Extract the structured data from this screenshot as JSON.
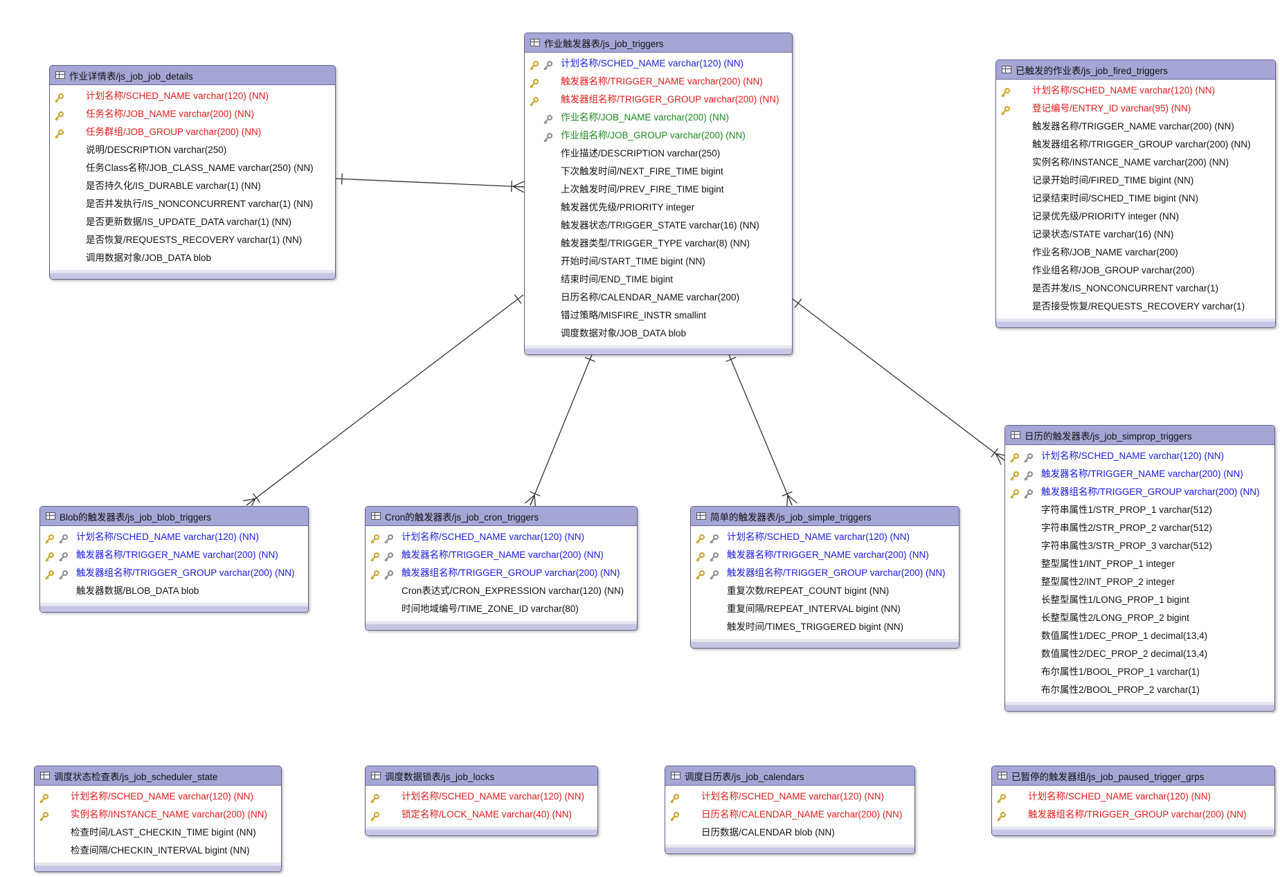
{
  "tables": [
    {
      "id": "triggers",
      "title": "作业触发器表/js_job_triggers",
      "rows": [
        {
          "text": "计划名称/SCHED_NAME varchar(120) (NN)",
          "type": "pkfk"
        },
        {
          "text": "触发器名称/TRIGGER_NAME varchar(200) (NN)",
          "type": "pk"
        },
        {
          "text": "触发器组名称/TRIGGER_GROUP varchar(200) (NN)",
          "type": "pk"
        },
        {
          "text": "作业名称/JOB_NAME varchar(200) (NN)",
          "type": "fk"
        },
        {
          "text": "作业组名称/JOB_GROUP varchar(200) (NN)",
          "type": "fk"
        },
        {
          "text": "作业描述/DESCRIPTION varchar(250)",
          "type": "col"
        },
        {
          "text": "下次触发时间/NEXT_FIRE_TIME bigint",
          "type": "col"
        },
        {
          "text": "上次触发时间/PREV_FIRE_TIME bigint",
          "type": "col"
        },
        {
          "text": "触发器优先级/PRIORITY integer",
          "type": "col"
        },
        {
          "text": "触发器状态/TRIGGER_STATE varchar(16) (NN)",
          "type": "col"
        },
        {
          "text": "触发器类型/TRIGGER_TYPE varchar(8) (NN)",
          "type": "col"
        },
        {
          "text": "开始时间/START_TIME bigint (NN)",
          "type": "col"
        },
        {
          "text": "结束时间/END_TIME bigint",
          "type": "col"
        },
        {
          "text": "日历名称/CALENDAR_NAME varchar(200)",
          "type": "col"
        },
        {
          "text": "错过策略/MISFIRE_INSTR smallint",
          "type": "col"
        },
        {
          "text": "调度数据对象/JOB_DATA blob",
          "type": "col"
        }
      ]
    },
    {
      "id": "job_details",
      "title": "作业详情表/js_job_job_details",
      "rows": [
        {
          "text": "计划名称/SCHED_NAME varchar(120) (NN)",
          "type": "pk"
        },
        {
          "text": "任务名称/JOB_NAME varchar(200) (NN)",
          "type": "pk"
        },
        {
          "text": "任务群组/JOB_GROUP varchar(200) (NN)",
          "type": "pk"
        },
        {
          "text": "说明/DESCRIPTION varchar(250)",
          "type": "col"
        },
        {
          "text": "任务Class名称/JOB_CLASS_NAME varchar(250) (NN)",
          "type": "col"
        },
        {
          "text": "是否持久化/IS_DURABLE varchar(1) (NN)",
          "type": "col"
        },
        {
          "text": "是否并发执行/IS_NONCONCURRENT varchar(1) (NN)",
          "type": "col"
        },
        {
          "text": "是否更新数据/IS_UPDATE_DATA varchar(1) (NN)",
          "type": "col"
        },
        {
          "text": "是否恢复/REQUESTS_RECOVERY varchar(1) (NN)",
          "type": "col"
        },
        {
          "text": "调用数据对象/JOB_DATA blob",
          "type": "col"
        }
      ]
    },
    {
      "id": "fired",
      "title": "已触发的作业表/js_job_fired_triggers",
      "rows": [
        {
          "text": "计划名称/SCHED_NAME varchar(120) (NN)",
          "type": "pk"
        },
        {
          "text": "登记编号/ENTRY_ID varchar(95) (NN)",
          "type": "pk"
        },
        {
          "text": "触发器名称/TRIGGER_NAME varchar(200) (NN)",
          "type": "col"
        },
        {
          "text": "触发器组名称/TRIGGER_GROUP varchar(200) (NN)",
          "type": "col"
        },
        {
          "text": "实例名称/INSTANCE_NAME varchar(200) (NN)",
          "type": "col"
        },
        {
          "text": "记录开始时间/FIRED_TIME bigint (NN)",
          "type": "col"
        },
        {
          "text": "记录结束时间/SCHED_TIME bigint (NN)",
          "type": "col"
        },
        {
          "text": "记录优先级/PRIORITY integer (NN)",
          "type": "col"
        },
        {
          "text": "记录状态/STATE varchar(16) (NN)",
          "type": "col"
        },
        {
          "text": "作业名称/JOB_NAME varchar(200)",
          "type": "col"
        },
        {
          "text": "作业组名称/JOB_GROUP varchar(200)",
          "type": "col"
        },
        {
          "text": "是否并发/IS_NONCONCURRENT varchar(1)",
          "type": "col"
        },
        {
          "text": "是否接受恢复/REQUESTS_RECOVERY varchar(1)",
          "type": "col"
        }
      ]
    },
    {
      "id": "simprop",
      "title": "日历的触发器表/js_job_simprop_triggers",
      "rows": [
        {
          "text": "计划名称/SCHED_NAME varchar(120) (NN)",
          "type": "pkfk"
        },
        {
          "text": "触发器名称/TRIGGER_NAME varchar(200) (NN)",
          "type": "pkfk"
        },
        {
          "text": "触发器组名称/TRIGGER_GROUP varchar(200) (NN)",
          "type": "pkfk"
        },
        {
          "text": "字符串属性1/STR_PROP_1 varchar(512)",
          "type": "col"
        },
        {
          "text": "字符串属性2/STR_PROP_2 varchar(512)",
          "type": "col"
        },
        {
          "text": "字符串属性3/STR_PROP_3 varchar(512)",
          "type": "col"
        },
        {
          "text": "整型属性1/INT_PROP_1 integer",
          "type": "col"
        },
        {
          "text": "整型属性2/INT_PROP_2 integer",
          "type": "col"
        },
        {
          "text": "长整型属性1/LONG_PROP_1 bigint",
          "type": "col"
        },
        {
          "text": "长整型属性2/LONG_PROP_2 bigint",
          "type": "col"
        },
        {
          "text": "数值属性1/DEC_PROP_1 decimal(13,4)",
          "type": "col"
        },
        {
          "text": "数值属性2/DEC_PROP_2 decimal(13,4)",
          "type": "col"
        },
        {
          "text": "布尔属性1/BOOL_PROP_1 varchar(1)",
          "type": "col"
        },
        {
          "text": "布尔属性2/BOOL_PROP_2 varchar(1)",
          "type": "col"
        }
      ]
    },
    {
      "id": "blob",
      "title": "Blob的触发器表/js_job_blob_triggers",
      "rows": [
        {
          "text": "计划名称/SCHED_NAME varchar(120) (NN)",
          "type": "pkfk"
        },
        {
          "text": "触发器名称/TRIGGER_NAME varchar(200) (NN)",
          "type": "pkfk"
        },
        {
          "text": "触发器组名称/TRIGGER_GROUP varchar(200) (NN)",
          "type": "pkfk"
        },
        {
          "text": "触发器数据/BLOB_DATA blob",
          "type": "col"
        }
      ]
    },
    {
      "id": "cron",
      "title": "Cron的触发器表/js_job_cron_triggers",
      "rows": [
        {
          "text": "计划名称/SCHED_NAME varchar(120) (NN)",
          "type": "pkfk"
        },
        {
          "text": "触发器名称/TRIGGER_NAME varchar(200) (NN)",
          "type": "pkfk"
        },
        {
          "text": "触发器组名称/TRIGGER_GROUP varchar(200) (NN)",
          "type": "pkfk"
        },
        {
          "text": "Cron表达式/CRON_EXPRESSION varchar(120) (NN)",
          "type": "col"
        },
        {
          "text": "时间地域编号/TIME_ZONE_ID varchar(80)",
          "type": "col"
        }
      ]
    },
    {
      "id": "simple",
      "title": "简单的触发器表/js_job_simple_triggers",
      "rows": [
        {
          "text": "计划名称/SCHED_NAME varchar(120) (NN)",
          "type": "pkfk"
        },
        {
          "text": "触发器名称/TRIGGER_NAME varchar(200) (NN)",
          "type": "pkfk"
        },
        {
          "text": "触发器组名称/TRIGGER_GROUP varchar(200) (NN)",
          "type": "pkfk"
        },
        {
          "text": "重复次数/REPEAT_COUNT bigint (NN)",
          "type": "col"
        },
        {
          "text": "重复间隔/REPEAT_INTERVAL bigint (NN)",
          "type": "col"
        },
        {
          "text": "触发时间/TIMES_TRIGGERED bigint (NN)",
          "type": "col"
        }
      ]
    },
    {
      "id": "sched_state",
      "title": "调度状态检查表/js_job_scheduler_state",
      "rows": [
        {
          "text": "计划名称/SCHED_NAME varchar(120) (NN)",
          "type": "pk"
        },
        {
          "text": "实例名称/INSTANCE_NAME varchar(200) (NN)",
          "type": "pk"
        },
        {
          "text": "检查时间/LAST_CHECKIN_TIME bigint (NN)",
          "type": "col"
        },
        {
          "text": "检查间隔/CHECKIN_INTERVAL bigint (NN)",
          "type": "col"
        }
      ]
    },
    {
      "id": "locks",
      "title": "调度数据锁表/js_job_locks",
      "rows": [
        {
          "text": "计划名称/SCHED_NAME varchar(120) (NN)",
          "type": "pk"
        },
        {
          "text": "锁定名称/LOCK_NAME varchar(40) (NN)",
          "type": "pk"
        }
      ]
    },
    {
      "id": "calendars",
      "title": "调度日历表/js_job_calendars",
      "rows": [
        {
          "text": "计划名称/SCHED_NAME varchar(120) (NN)",
          "type": "pk"
        },
        {
          "text": "日历名称/CALENDAR_NAME varchar(200) (NN)",
          "type": "pk"
        },
        {
          "text": "日历数据/CALENDAR blob (NN)",
          "type": "col"
        }
      ]
    },
    {
      "id": "paused",
      "title": "已暂停的触发器组/js_job_paused_trigger_grps",
      "rows": [
        {
          "text": "计划名称/SCHED_NAME varchar(120) (NN)",
          "type": "pk"
        },
        {
          "text": "触发器组名称/TRIGGER_GROUP varchar(200) (NN)",
          "type": "pk"
        }
      ]
    }
  ],
  "colors": {
    "pk": "#e01b1b",
    "pkfk": "#1a1ae0",
    "fk": "#1e8a1e",
    "header": "#a6a6d6",
    "border": "#5e5e8a",
    "edge": "#333333"
  },
  "icons": {
    "pk": "key-icon",
    "fk": "link-key-icon",
    "table": "table-icon"
  }
}
